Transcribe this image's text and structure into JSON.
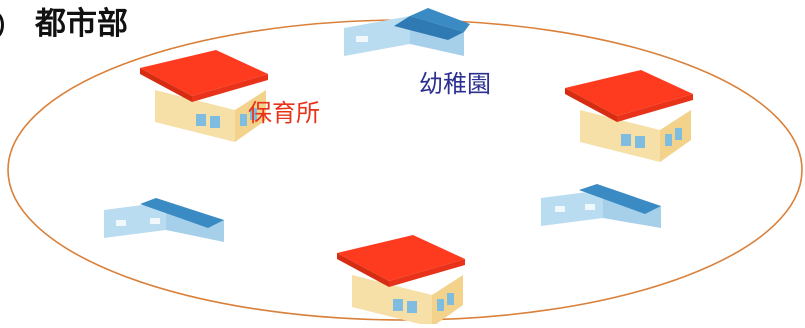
{
  "title": "都市部",
  "labels": {
    "hoikusho": "保育所",
    "youchien": "幼稚園"
  },
  "colors": {
    "region_outline": "#d9803a",
    "hoikusho_roof": "#ff3b1f",
    "hoikusho_wall": "#f7e0a8",
    "hoikusho_label": "#e8331a",
    "youchien_roof": "#3a8ac4",
    "youchien_wall": "#b9dcf0",
    "youchien_label": "#2b2f8f",
    "window": "#7fbde0"
  },
  "icons": {
    "hoikusho": "nursery-building-icon",
    "youchien": "kindergarten-building-icon"
  }
}
